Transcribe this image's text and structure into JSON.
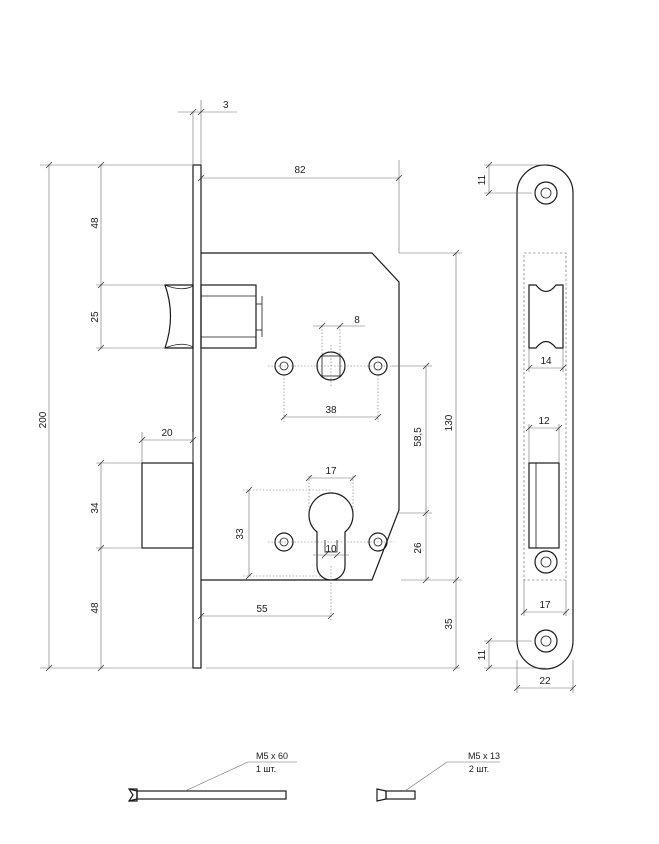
{
  "dimensions": {
    "faceplate_thickness": "3",
    "backset_case": "82",
    "top_to_latch": "48",
    "latch_height": "25",
    "total_height": "200",
    "bolt_projection": "20",
    "bolt_height": "34",
    "bottom_48": "48",
    "spindle_square": "8",
    "holes_spacing_top": "38",
    "center_distance": "58,5",
    "case_height": "130",
    "cylinder_width": "17",
    "cylinder_height": "33",
    "cylinder_lower": "26",
    "cylinder_slot": "10",
    "backset": "55",
    "bottom_35": "35",
    "strike_top_11": "11",
    "strike_latch_width": "14",
    "strike_bolt_width": "12",
    "strike_inner_width": "17",
    "strike_bottom_11": "11",
    "strike_width": "22"
  },
  "screws": [
    {
      "size": "M5 x 60",
      "qty": "1 шт."
    },
    {
      "size": "M5 x 13",
      "qty": "2 шт."
    }
  ]
}
